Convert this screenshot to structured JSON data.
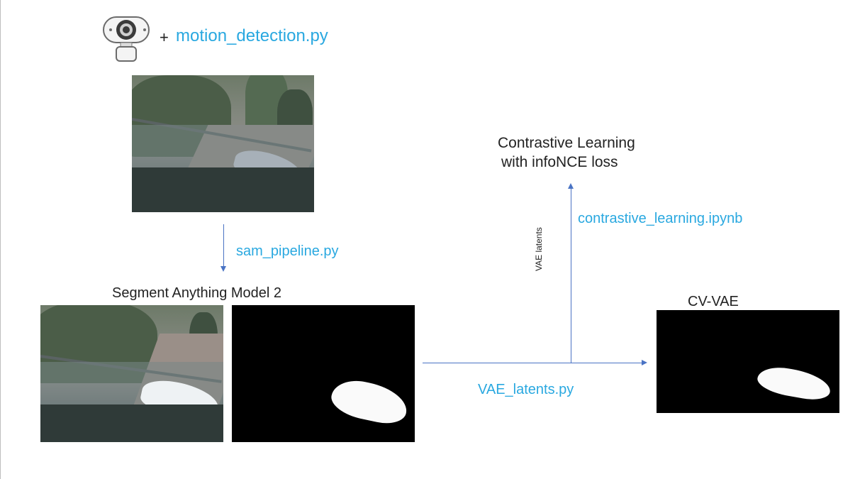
{
  "pipeline": {
    "plus_sign": "+",
    "motion_script": "motion_detection.py",
    "sam_script": "sam_pipeline.py",
    "sam_title": "Segment Anything Model 2",
    "vae_script": "VAE_latents.py",
    "cvvae_title": "CV-VAE",
    "vae_latents_label": "VAE latents",
    "contrastive_title_line1": "Contrastive Learning",
    "contrastive_title_line2": "with infoNCE loss",
    "contrastive_script": "contrastive_learning.ipynb"
  },
  "colors": {
    "script_text": "#29a8e0",
    "title_text": "#222222",
    "arrow": "#4a73c4",
    "mask_background": "#000000",
    "mask_foreground": "#fafafa"
  },
  "icons": {
    "source_device": "webcam-icon"
  }
}
